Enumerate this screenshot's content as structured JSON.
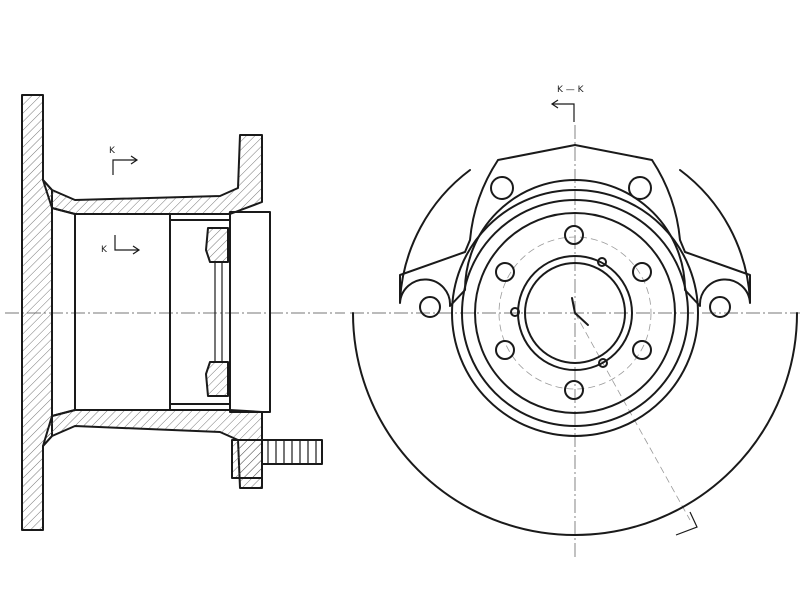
{
  "section_marker": "K — K",
  "cut_letter_upper": "K",
  "cut_letter_lower": "K",
  "colors": {
    "line": "#1a1a1a",
    "centerline": "#777777",
    "background": "#ffffff"
  }
}
